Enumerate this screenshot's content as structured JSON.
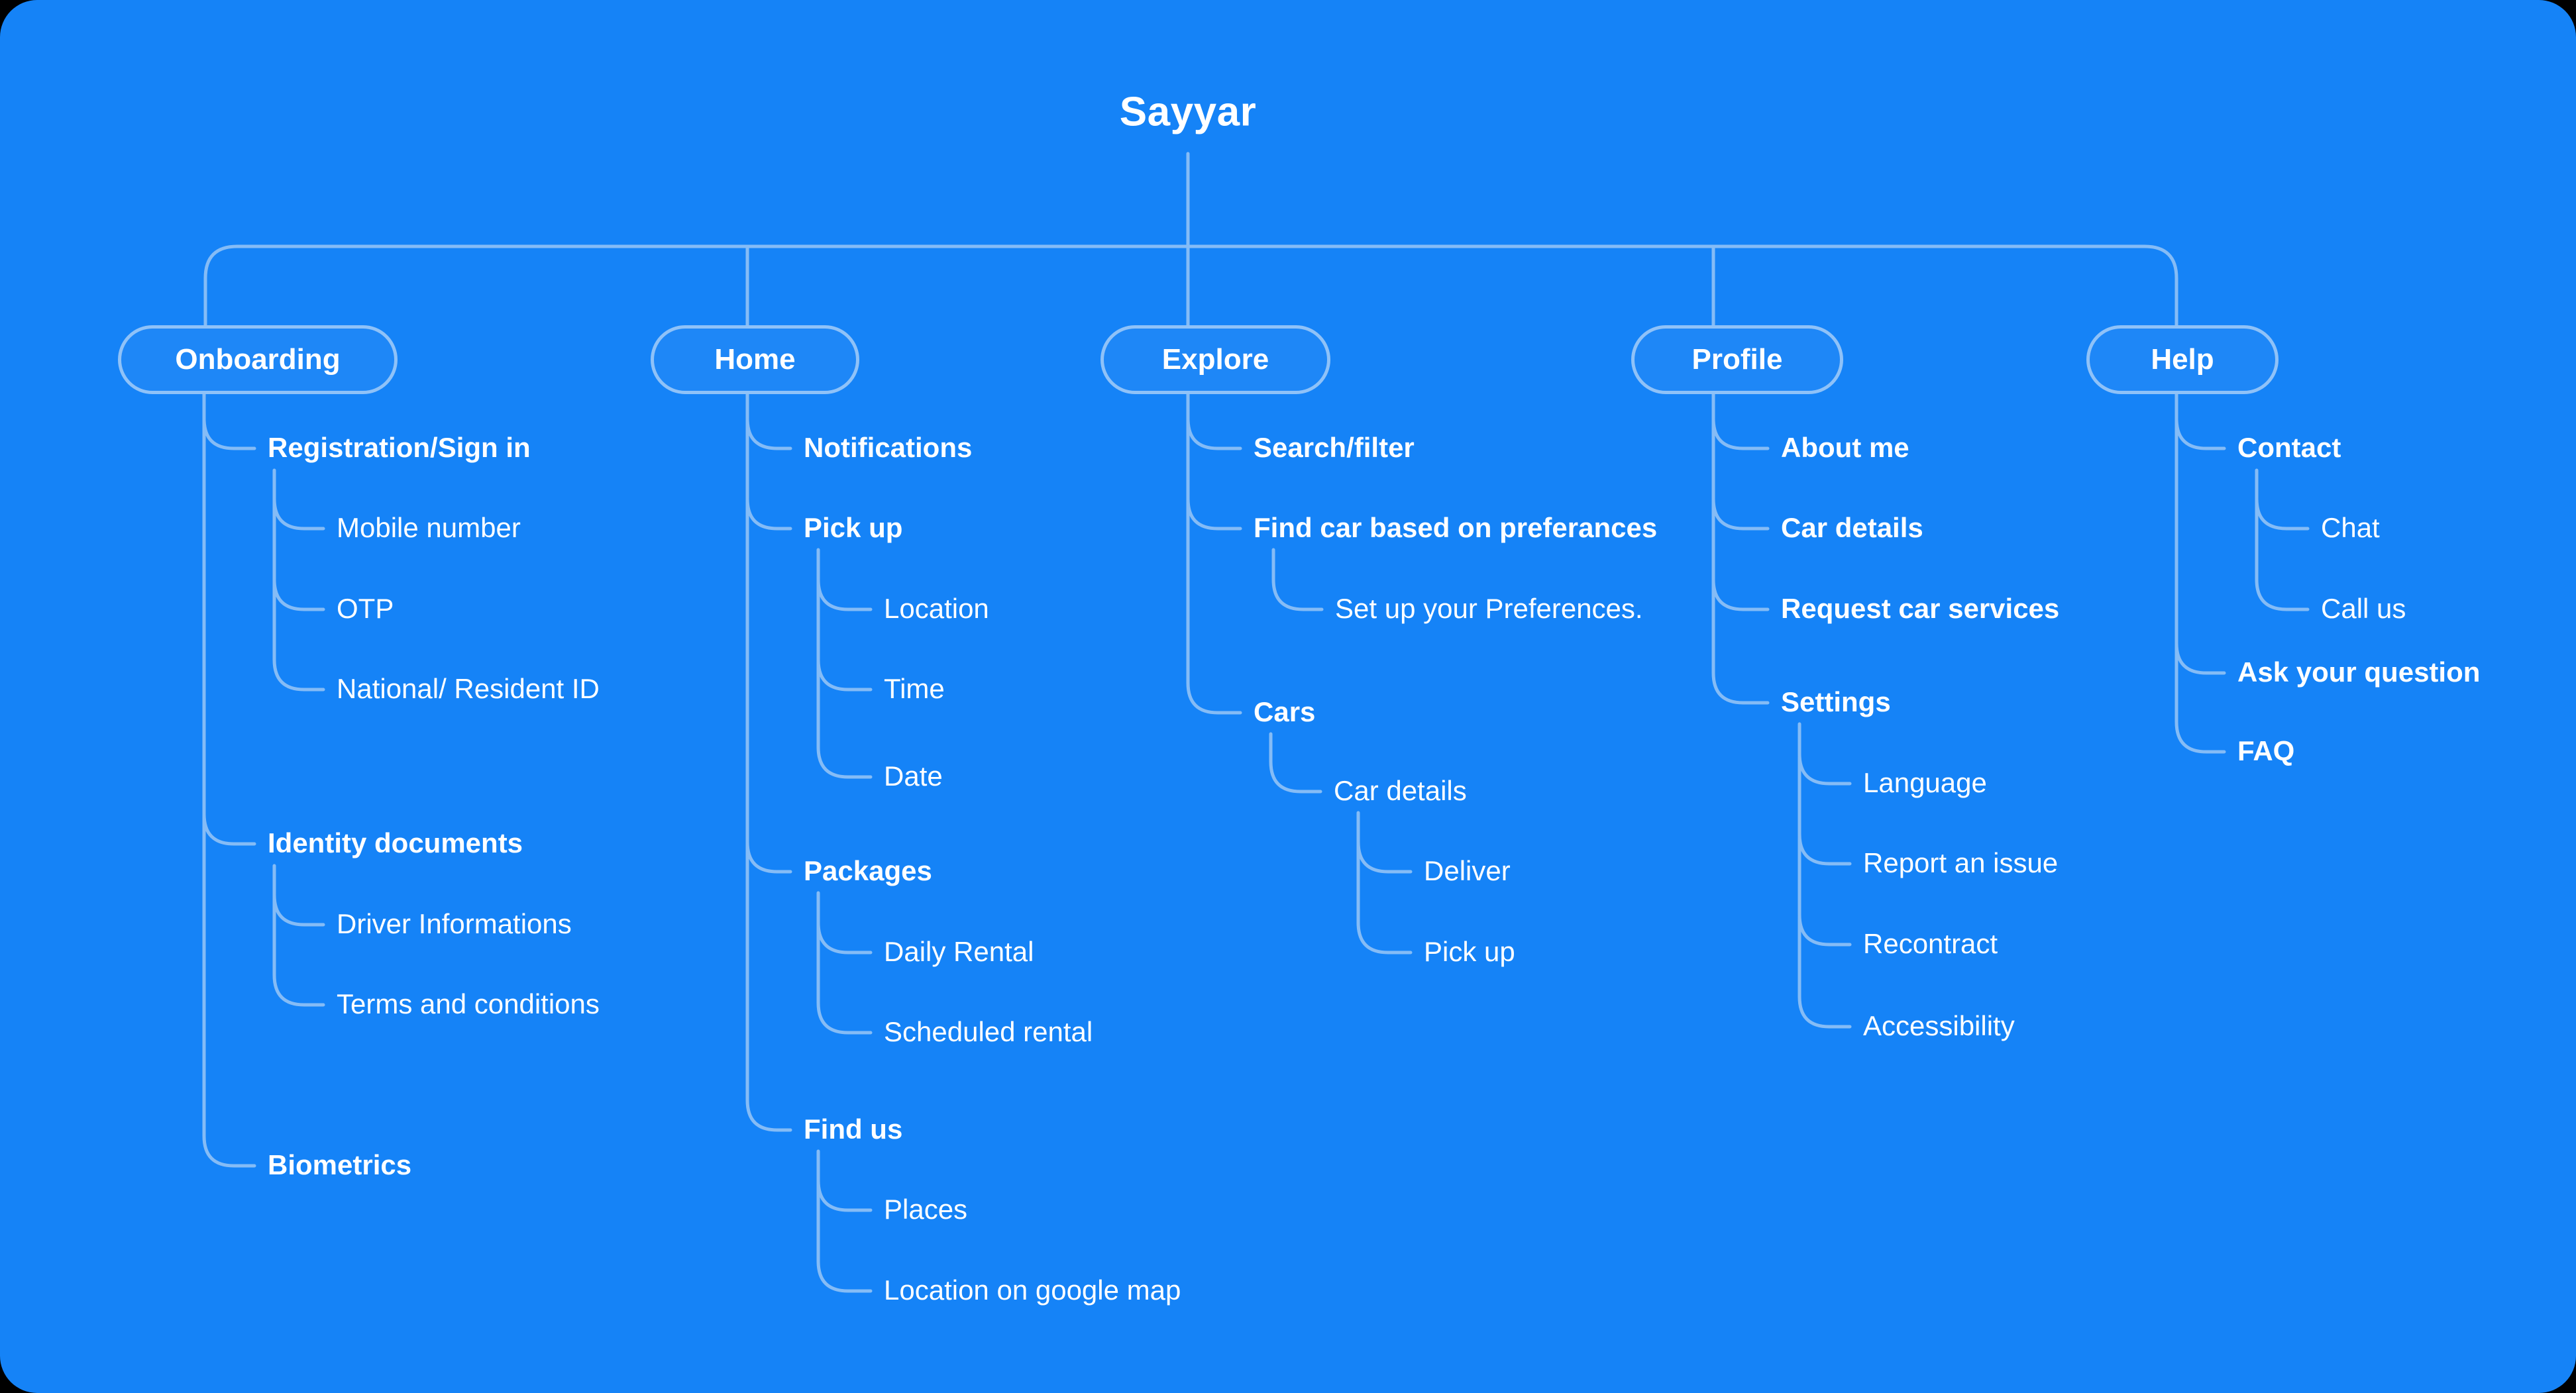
{
  "colors": {
    "canvas_background": "#1583F7",
    "outer_background": "#000000",
    "line": "#85BCF6",
    "text": "#FFFFFF"
  },
  "sitemap": {
    "title": "Sayyar",
    "branches": [
      {
        "label": "Onboarding",
        "children": [
          {
            "label": "Registration/Sign in",
            "children": [
              {
                "label": "Mobile number"
              },
              {
                "label": "OTP"
              },
              {
                "label": "National/ Resident ID"
              }
            ]
          },
          {
            "label": "Identity documents",
            "children": [
              {
                "label": "Driver Informations"
              },
              {
                "label": "Terms and conditions"
              }
            ]
          },
          {
            "label": "Biometrics"
          }
        ]
      },
      {
        "label": "Home",
        "children": [
          {
            "label": "Notifications"
          },
          {
            "label": "Pick up",
            "children": [
              {
                "label": "Location"
              },
              {
                "label": "Time"
              },
              {
                "label": "Date"
              }
            ]
          },
          {
            "label": "Packages",
            "children": [
              {
                "label": "Daily Rental"
              },
              {
                "label": "Scheduled rental"
              }
            ]
          },
          {
            "label": "Find us",
            "children": [
              {
                "label": "Places"
              },
              {
                "label": "Location on google map"
              }
            ]
          }
        ]
      },
      {
        "label": "Explore",
        "children": [
          {
            "label": "Search/filter"
          },
          {
            "label": "Find car based on preferances",
            "children": [
              {
                "label": "Set up your Preferences."
              }
            ]
          },
          {
            "label": "Cars",
            "children": [
              {
                "label": "Car details",
                "children": [
                  {
                    "label": "Deliver"
                  },
                  {
                    "label": "Pick up"
                  }
                ]
              }
            ]
          }
        ]
      },
      {
        "label": "Profile",
        "children": [
          {
            "label": "About me"
          },
          {
            "label": "Car details"
          },
          {
            "label": "Request car services"
          },
          {
            "label": "Settings",
            "children": [
              {
                "label": "Language"
              },
              {
                "label": "Report an issue"
              },
              {
                "label": "Recontract"
              },
              {
                "label": "Accessibility"
              }
            ]
          }
        ]
      },
      {
        "label": "Help",
        "children": [
          {
            "label": "Contact",
            "children": [
              {
                "label": "Chat"
              },
              {
                "label": "Call us"
              }
            ]
          },
          {
            "label": "Ask your question"
          },
          {
            "label": "FAQ"
          }
        ]
      }
    ]
  }
}
